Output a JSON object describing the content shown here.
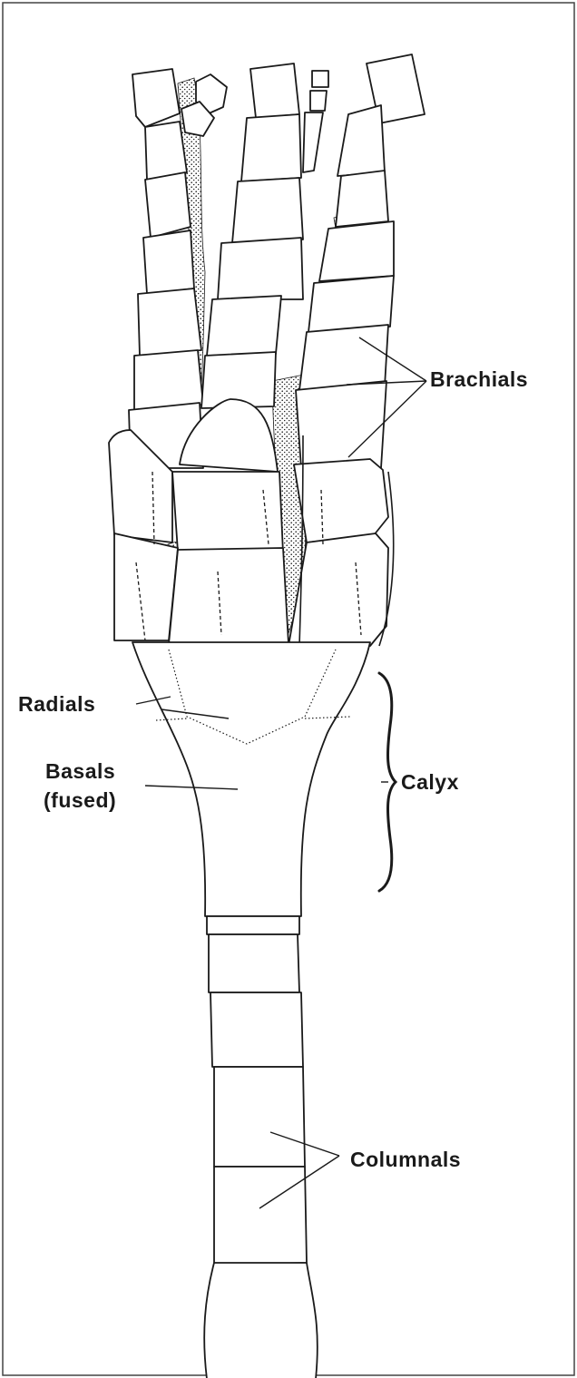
{
  "labels": {
    "brachials": "Brachials",
    "radials": "Radials",
    "calyx": "Calyx",
    "basals_line1": "Basals",
    "basals_line2": "(fused)",
    "columnals": "Columnals"
  },
  "colors": {
    "line": "#1a1a1a",
    "paper": "#ffffff",
    "frame": "#444444"
  }
}
